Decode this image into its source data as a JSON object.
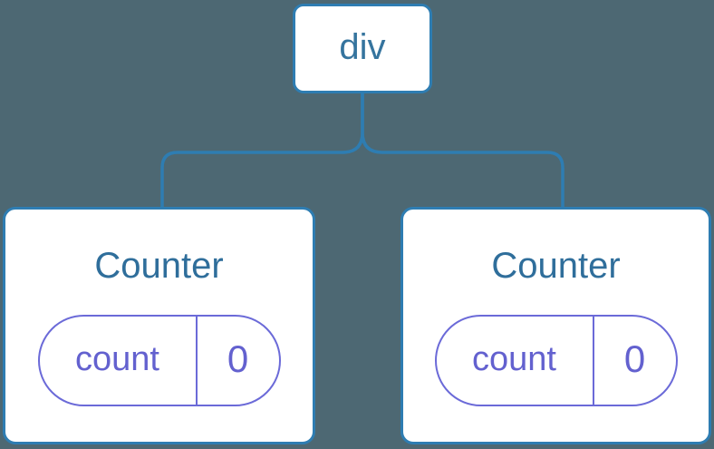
{
  "diagram": {
    "root": {
      "label": "div"
    },
    "children": [
      {
        "title": "Counter",
        "state": {
          "key": "count",
          "value": "0"
        }
      },
      {
        "title": "Counter",
        "state": {
          "key": "count",
          "value": "0"
        }
      }
    ]
  },
  "colors": {
    "background": "#4d6873",
    "node_fill": "#ffffff",
    "node_border": "#2e7db2",
    "root_text": "#35749e",
    "counter_title_text": "#2f6e9b",
    "state_pill_border": "#6b6ad8",
    "state_text": "#6361cf"
  }
}
